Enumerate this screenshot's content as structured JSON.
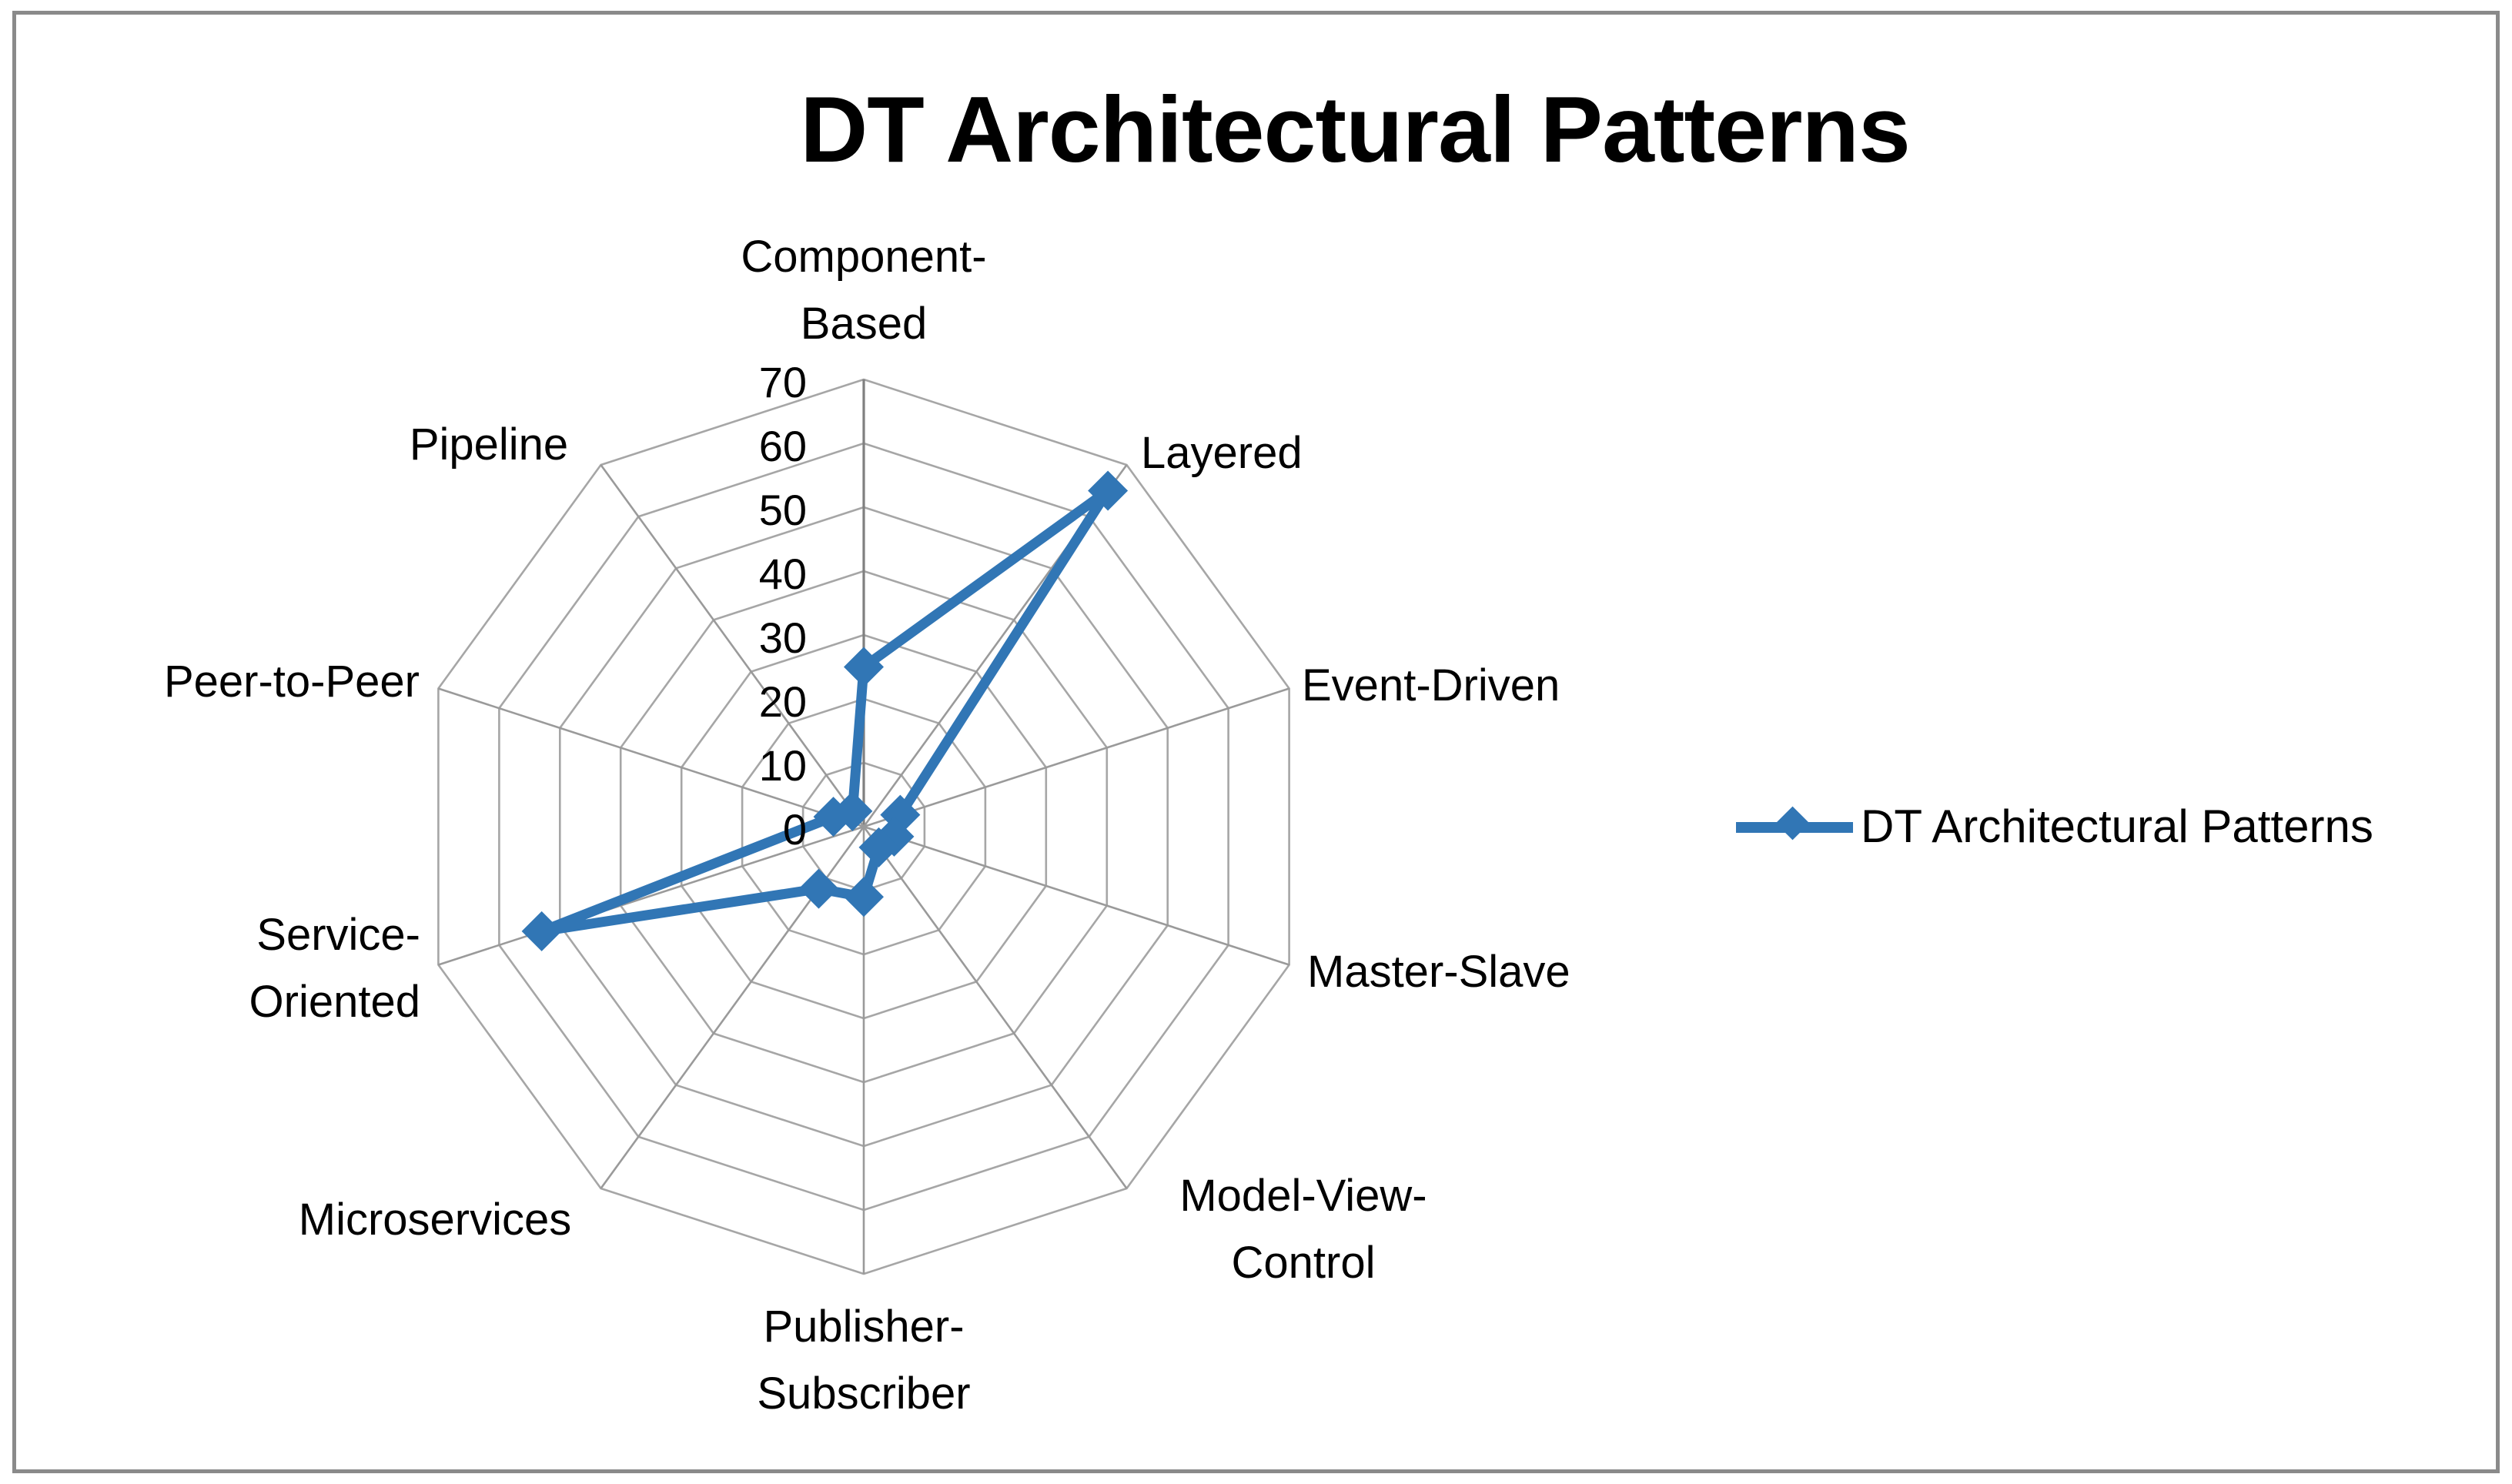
{
  "title": "DT Architectural Patterns",
  "legend": {
    "label": "DT Architectural Patterns",
    "position": "right"
  },
  "styles": {
    "series_color": "#3176B5",
    "grid_color": "#A6A6A6",
    "spoke_color": "#9A9A9A",
    "value_axis_color": "#808080",
    "text_color": "#000000",
    "border_color": "#8A8A8A",
    "background": "#FFFFFF"
  },
  "chart_data": {
    "type": "radar",
    "title": "DT Architectural Patterns",
    "categories": [
      "Component-Based",
      "Layered",
      "Event-Driven",
      "Master-Slave",
      "Model-View-Control",
      "Publisher-Subscriber",
      "Microservices",
      "Service-Oriented",
      "Peer-to-Peer",
      "Pipeline"
    ],
    "series": [
      {
        "name": "DT Architectural Patterns",
        "values": [
          25,
          65,
          6,
          5,
          4,
          11,
          12,
          53,
          5,
          3
        ]
      }
    ],
    "ticks": [
      0,
      10,
      20,
      30,
      40,
      50,
      60,
      70
    ],
    "rmin": 0,
    "rmax": 70,
    "grid": true,
    "legend_position": "right",
    "marker": "diamond"
  }
}
